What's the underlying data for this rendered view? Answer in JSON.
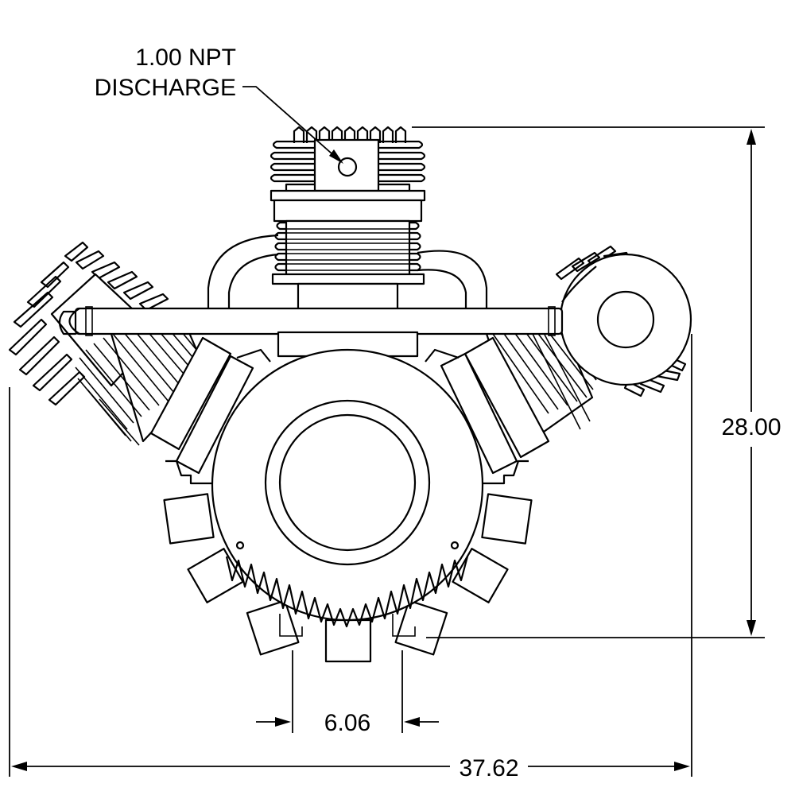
{
  "callout": {
    "line1": "1.00 NPT",
    "line2": "DISCHARGE"
  },
  "dimensions": {
    "height": "28.00",
    "width": "37.62",
    "spacing": "6.06"
  },
  "colors": {
    "line": "#000000",
    "background": "#ffffff"
  }
}
